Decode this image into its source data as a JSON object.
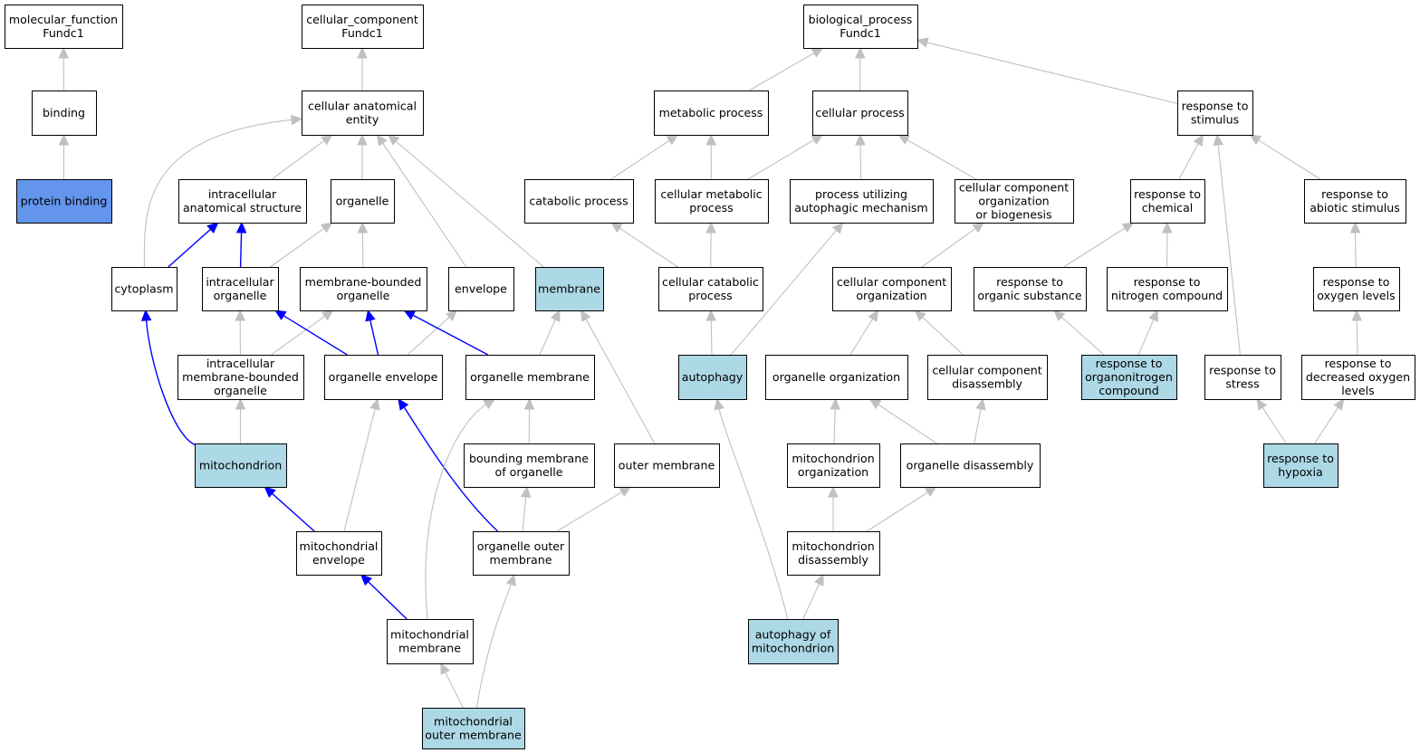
{
  "colors": {
    "default_fill": "#ffffff",
    "annotated_fill": "#add8e6",
    "selected_fill": "#6495ed",
    "edge_gray": "#c0c0c0",
    "edge_blue": "#0000ff",
    "border": "#000000"
  },
  "nodes": [
    {
      "id": "mf",
      "lines": [
        "molecular_function",
        "Fundc1"
      ],
      "style": "default"
    },
    {
      "id": "binding",
      "lines": [
        "binding"
      ],
      "style": "default"
    },
    {
      "id": "protein_binding",
      "lines": [
        "protein binding"
      ],
      "style": "selected"
    },
    {
      "id": "cc",
      "lines": [
        "cellular_component",
        "Fundc1"
      ],
      "style": "default"
    },
    {
      "id": "cae",
      "lines": [
        "cellular anatomical",
        "entity"
      ],
      "style": "default"
    },
    {
      "id": "ias",
      "lines": [
        "intracellular",
        "anatomical structure"
      ],
      "style": "default"
    },
    {
      "id": "organelle",
      "lines": [
        "organelle"
      ],
      "style": "default"
    },
    {
      "id": "cytoplasm",
      "lines": [
        "cytoplasm"
      ],
      "style": "default"
    },
    {
      "id": "io",
      "lines": [
        "intracellular",
        "organelle"
      ],
      "style": "default"
    },
    {
      "id": "mbo",
      "lines": [
        "membrane-bounded",
        "organelle"
      ],
      "style": "default"
    },
    {
      "id": "envelope",
      "lines": [
        "envelope"
      ],
      "style": "default"
    },
    {
      "id": "membrane",
      "lines": [
        "membrane"
      ],
      "style": "annotated"
    },
    {
      "id": "imbo",
      "lines": [
        "intracellular",
        "membrane-bounded",
        "organelle"
      ],
      "style": "default"
    },
    {
      "id": "oenv",
      "lines": [
        "organelle envelope"
      ],
      "style": "default"
    },
    {
      "id": "omem",
      "lines": [
        "organelle membrane"
      ],
      "style": "default"
    },
    {
      "id": "mito",
      "lines": [
        "mitochondrion"
      ],
      "style": "annotated"
    },
    {
      "id": "bmo",
      "lines": [
        "bounding membrane",
        "of organelle"
      ],
      "style": "default"
    },
    {
      "id": "outer",
      "lines": [
        "outer membrane"
      ],
      "style": "default"
    },
    {
      "id": "menv",
      "lines": [
        "mitochondrial",
        "envelope"
      ],
      "style": "default"
    },
    {
      "id": "oom",
      "lines": [
        "organelle outer",
        "membrane"
      ],
      "style": "default"
    },
    {
      "id": "mmem",
      "lines": [
        "mitochondrial",
        "membrane"
      ],
      "style": "default"
    },
    {
      "id": "mom",
      "lines": [
        "mitochondrial",
        "outer membrane"
      ],
      "style": "annotated"
    },
    {
      "id": "bp",
      "lines": [
        "biological_process",
        "Fundc1"
      ],
      "style": "default"
    },
    {
      "id": "metab",
      "lines": [
        "metabolic process"
      ],
      "style": "default"
    },
    {
      "id": "cellproc",
      "lines": [
        "cellular process"
      ],
      "style": "default"
    },
    {
      "id": "rstim",
      "lines": [
        "response to",
        "stimulus"
      ],
      "style": "default"
    },
    {
      "id": "catab",
      "lines": [
        "catabolic process"
      ],
      "style": "default"
    },
    {
      "id": "cmetab",
      "lines": [
        "cellular metabolic",
        "process"
      ],
      "style": "default"
    },
    {
      "id": "puam",
      "lines": [
        "process utilizing",
        "autophagic mechanism"
      ],
      "style": "default"
    },
    {
      "id": "ccob",
      "lines": [
        "cellular component",
        "organization",
        "or biogenesis"
      ],
      "style": "default"
    },
    {
      "id": "rchem",
      "lines": [
        "response to",
        "chemical"
      ],
      "style": "default"
    },
    {
      "id": "rabio",
      "lines": [
        "response to",
        "abiotic stimulus"
      ],
      "style": "default"
    },
    {
      "id": "ccatab",
      "lines": [
        "cellular catabolic",
        "process"
      ],
      "style": "default"
    },
    {
      "id": "cco",
      "lines": [
        "cellular component",
        "organization"
      ],
      "style": "default"
    },
    {
      "id": "rorg",
      "lines": [
        "response to",
        "organic substance"
      ],
      "style": "default"
    },
    {
      "id": "rnitro",
      "lines": [
        "response to",
        "nitrogen compound"
      ],
      "style": "default"
    },
    {
      "id": "roxy",
      "lines": [
        "response to",
        "oxygen levels"
      ],
      "style": "default"
    },
    {
      "id": "autophagy",
      "lines": [
        "autophagy"
      ],
      "style": "annotated"
    },
    {
      "id": "orgorg",
      "lines": [
        "organelle organization"
      ],
      "style": "default"
    },
    {
      "id": "ccd",
      "lines": [
        "cellular component",
        "disassembly"
      ],
      "style": "default"
    },
    {
      "id": "rorgnit",
      "lines": [
        "response to",
        "organonitrogen",
        "compound"
      ],
      "style": "annotated"
    },
    {
      "id": "rstress",
      "lines": [
        "response to",
        "stress"
      ],
      "style": "default"
    },
    {
      "id": "rdoxy",
      "lines": [
        "response to",
        "decreased oxygen",
        "levels"
      ],
      "style": "default"
    },
    {
      "id": "mitoorg",
      "lines": [
        "mitochondrion",
        "organization"
      ],
      "style": "default"
    },
    {
      "id": "orgdis",
      "lines": [
        "organelle disassembly"
      ],
      "style": "default"
    },
    {
      "id": "rhyp",
      "lines": [
        "response to",
        "hypoxia"
      ],
      "style": "annotated"
    },
    {
      "id": "mitodis",
      "lines": [
        "mitochondrion",
        "disassembly"
      ],
      "style": "default"
    },
    {
      "id": "autmito",
      "lines": [
        "autophagy of",
        "mitochondrion"
      ],
      "style": "annotated"
    }
  ],
  "edges": [
    {
      "from": "binding",
      "to": "mf",
      "color": "gray"
    },
    {
      "from": "protein_binding",
      "to": "binding",
      "color": "gray"
    },
    {
      "from": "cae",
      "to": "cc",
      "color": "gray"
    },
    {
      "from": "ias",
      "to": "cae",
      "color": "gray"
    },
    {
      "from": "organelle",
      "to": "cae",
      "color": "gray"
    },
    {
      "from": "cytoplasm",
      "to": "cae",
      "color": "gray"
    },
    {
      "from": "envelope",
      "to": "cae",
      "color": "gray"
    },
    {
      "from": "membrane",
      "to": "cae",
      "color": "gray"
    },
    {
      "from": "cytoplasm",
      "to": "ias",
      "color": "blue"
    },
    {
      "from": "io",
      "to": "ias",
      "color": "blue"
    },
    {
      "from": "io",
      "to": "organelle",
      "color": "gray"
    },
    {
      "from": "mbo",
      "to": "organelle",
      "color": "gray"
    },
    {
      "from": "imbo",
      "to": "io",
      "color": "gray"
    },
    {
      "from": "imbo",
      "to": "mbo",
      "color": "gray"
    },
    {
      "from": "oenv",
      "to": "io",
      "color": "blue"
    },
    {
      "from": "oenv",
      "to": "mbo",
      "color": "blue"
    },
    {
      "from": "oenv",
      "to": "envelope",
      "color": "gray"
    },
    {
      "from": "omem",
      "to": "mbo",
      "color": "blue"
    },
    {
      "from": "omem",
      "to": "membrane",
      "color": "gray"
    },
    {
      "from": "mito",
      "to": "cytoplasm",
      "color": "blue"
    },
    {
      "from": "mito",
      "to": "imbo",
      "color": "gray"
    },
    {
      "from": "bmo",
      "to": "omem",
      "color": "gray"
    },
    {
      "from": "outer",
      "to": "membrane",
      "color": "gray"
    },
    {
      "from": "menv",
      "to": "mito",
      "color": "blue"
    },
    {
      "from": "menv",
      "to": "oenv",
      "color": "gray"
    },
    {
      "from": "oom",
      "to": "oenv",
      "color": "blue"
    },
    {
      "from": "oom",
      "to": "bmo",
      "color": "gray"
    },
    {
      "from": "oom",
      "to": "outer",
      "color": "gray"
    },
    {
      "from": "mmem",
      "to": "menv",
      "color": "blue"
    },
    {
      "from": "mmem",
      "to": "omem",
      "color": "gray"
    },
    {
      "from": "mom",
      "to": "mmem",
      "color": "gray"
    },
    {
      "from": "mom",
      "to": "oom",
      "color": "gray"
    },
    {
      "from": "metab",
      "to": "bp",
      "color": "gray"
    },
    {
      "from": "cellproc",
      "to": "bp",
      "color": "gray"
    },
    {
      "from": "rstim",
      "to": "bp",
      "color": "gray"
    },
    {
      "from": "catab",
      "to": "metab",
      "color": "gray"
    },
    {
      "from": "cmetab",
      "to": "metab",
      "color": "gray"
    },
    {
      "from": "cmetab",
      "to": "cellproc",
      "color": "gray"
    },
    {
      "from": "puam",
      "to": "cellproc",
      "color": "gray"
    },
    {
      "from": "ccob",
      "to": "cellproc",
      "color": "gray"
    },
    {
      "from": "rchem",
      "to": "rstim",
      "color": "gray"
    },
    {
      "from": "rabio",
      "to": "rstim",
      "color": "gray"
    },
    {
      "from": "rstress",
      "to": "rstim",
      "color": "gray"
    },
    {
      "from": "ccatab",
      "to": "catab",
      "color": "gray"
    },
    {
      "from": "ccatab",
      "to": "cmetab",
      "color": "gray"
    },
    {
      "from": "cco",
      "to": "ccob",
      "color": "gray"
    },
    {
      "from": "rorg",
      "to": "rchem",
      "color": "gray"
    },
    {
      "from": "rnitro",
      "to": "rchem",
      "color": "gray"
    },
    {
      "from": "roxy",
      "to": "rabio",
      "color": "gray"
    },
    {
      "from": "autophagy",
      "to": "ccatab",
      "color": "gray"
    },
    {
      "from": "autophagy",
      "to": "puam",
      "color": "gray"
    },
    {
      "from": "orgorg",
      "to": "cco",
      "color": "gray"
    },
    {
      "from": "ccd",
      "to": "cco",
      "color": "gray"
    },
    {
      "from": "rorgnit",
      "to": "rorg",
      "color": "gray"
    },
    {
      "from": "rorgnit",
      "to": "rnitro",
      "color": "gray"
    },
    {
      "from": "rdoxy",
      "to": "roxy",
      "color": "gray"
    },
    {
      "from": "mitoorg",
      "to": "orgorg",
      "color": "gray"
    },
    {
      "from": "orgdis",
      "to": "orgorg",
      "color": "gray"
    },
    {
      "from": "orgdis",
      "to": "ccd",
      "color": "gray"
    },
    {
      "from": "rhyp",
      "to": "rstress",
      "color": "gray"
    },
    {
      "from": "rhyp",
      "to": "rdoxy",
      "color": "gray"
    },
    {
      "from": "mitodis",
      "to": "mitoorg",
      "color": "gray"
    },
    {
      "from": "mitodis",
      "to": "orgdis",
      "color": "gray"
    },
    {
      "from": "autmito",
      "to": "autophagy",
      "color": "gray"
    },
    {
      "from": "autmito",
      "to": "mitodis",
      "color": "gray"
    }
  ]
}
